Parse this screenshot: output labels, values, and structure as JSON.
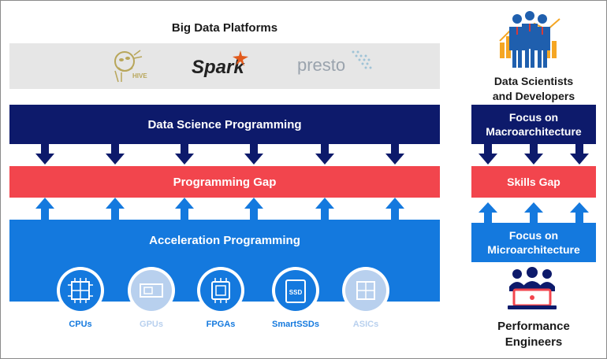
{
  "platforms": {
    "title": "Big Data Platforms",
    "logos": [
      "HIVE",
      "Spark",
      "presto"
    ]
  },
  "bands": {
    "data_science": "Data Science Programming",
    "programming_gap": "Programming Gap",
    "acceleration": "Acceleration Programming"
  },
  "hardware": [
    {
      "label": "CPUs",
      "active": true
    },
    {
      "label": "GPUs",
      "active": false
    },
    {
      "label": "FPGAs",
      "active": true
    },
    {
      "label": "SmartSSDs",
      "active": true
    },
    {
      "label": "ASICs",
      "active": false
    }
  ],
  "right": {
    "top_title_line1": "Data Scientists",
    "top_title_line2": "and Developers",
    "macro_line1": "Focus on",
    "macro_line2": "Macroarchitecture",
    "skills_gap": "Skills Gap",
    "micro_line1": "Focus on",
    "micro_line2": "Microarchitecture",
    "bottom_title_line1": "Performance",
    "bottom_title_line2": "Engineers"
  },
  "colors": {
    "navy": "#0d1a6b",
    "red": "#f2454d",
    "blue": "#1479de",
    "light_blue": "#b8d0ee",
    "gray_band": "#e6e6e6"
  }
}
